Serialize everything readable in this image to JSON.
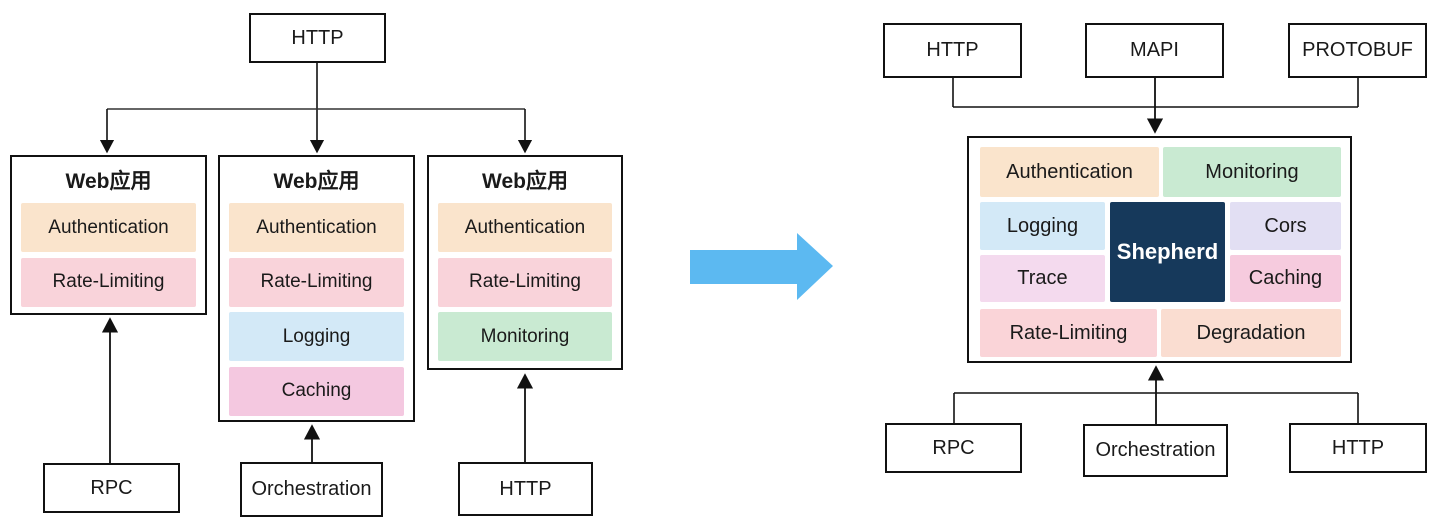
{
  "palette": {
    "peach": "#FAE4CC",
    "pink": "#F9D3DA",
    "blue": "#D3E9F7",
    "magenta_pink": "#F4C8E0",
    "green": "#C9EAD2",
    "lavender": "#E2DFF3",
    "pink_lavender": "#F4DAEE",
    "rose": "#F6CBDE",
    "salmon": "#FAD4D8",
    "light_peach": "#FADDD1",
    "navy": "#16395B",
    "arrow_blue": "#5CB9F1",
    "line": "#111111"
  },
  "left": {
    "top_node": "HTTP",
    "apps": [
      {
        "title": "Web应用",
        "chips": [
          {
            "label": "Authentication"
          },
          {
            "label": "Rate-Limiting"
          }
        ]
      },
      {
        "title": "Web应用",
        "chips": [
          {
            "label": "Authentication"
          },
          {
            "label": "Rate-Limiting"
          },
          {
            "label": "Logging"
          },
          {
            "label": "Caching"
          }
        ]
      },
      {
        "title": "Web应用",
        "chips": [
          {
            "label": "Authentication"
          },
          {
            "label": "Rate-Limiting"
          },
          {
            "label": "Monitoring"
          }
        ]
      }
    ],
    "bottom_nodes": [
      "RPC",
      "Orchestration",
      "HTTP"
    ]
  },
  "right": {
    "top_nodes": [
      "HTTP",
      "MAPI",
      "PROTOBUF"
    ],
    "core": {
      "label": "Shepherd"
    },
    "cells": {
      "authentication": "Authentication",
      "monitoring": "Monitoring",
      "logging": "Logging",
      "trace": "Trace",
      "cors": "Cors",
      "caching": "Caching",
      "rate_limiting": "Rate-Limiting",
      "degradation": "Degradation"
    },
    "bottom_nodes": [
      "RPC",
      "Orchestration",
      "HTTP"
    ]
  }
}
